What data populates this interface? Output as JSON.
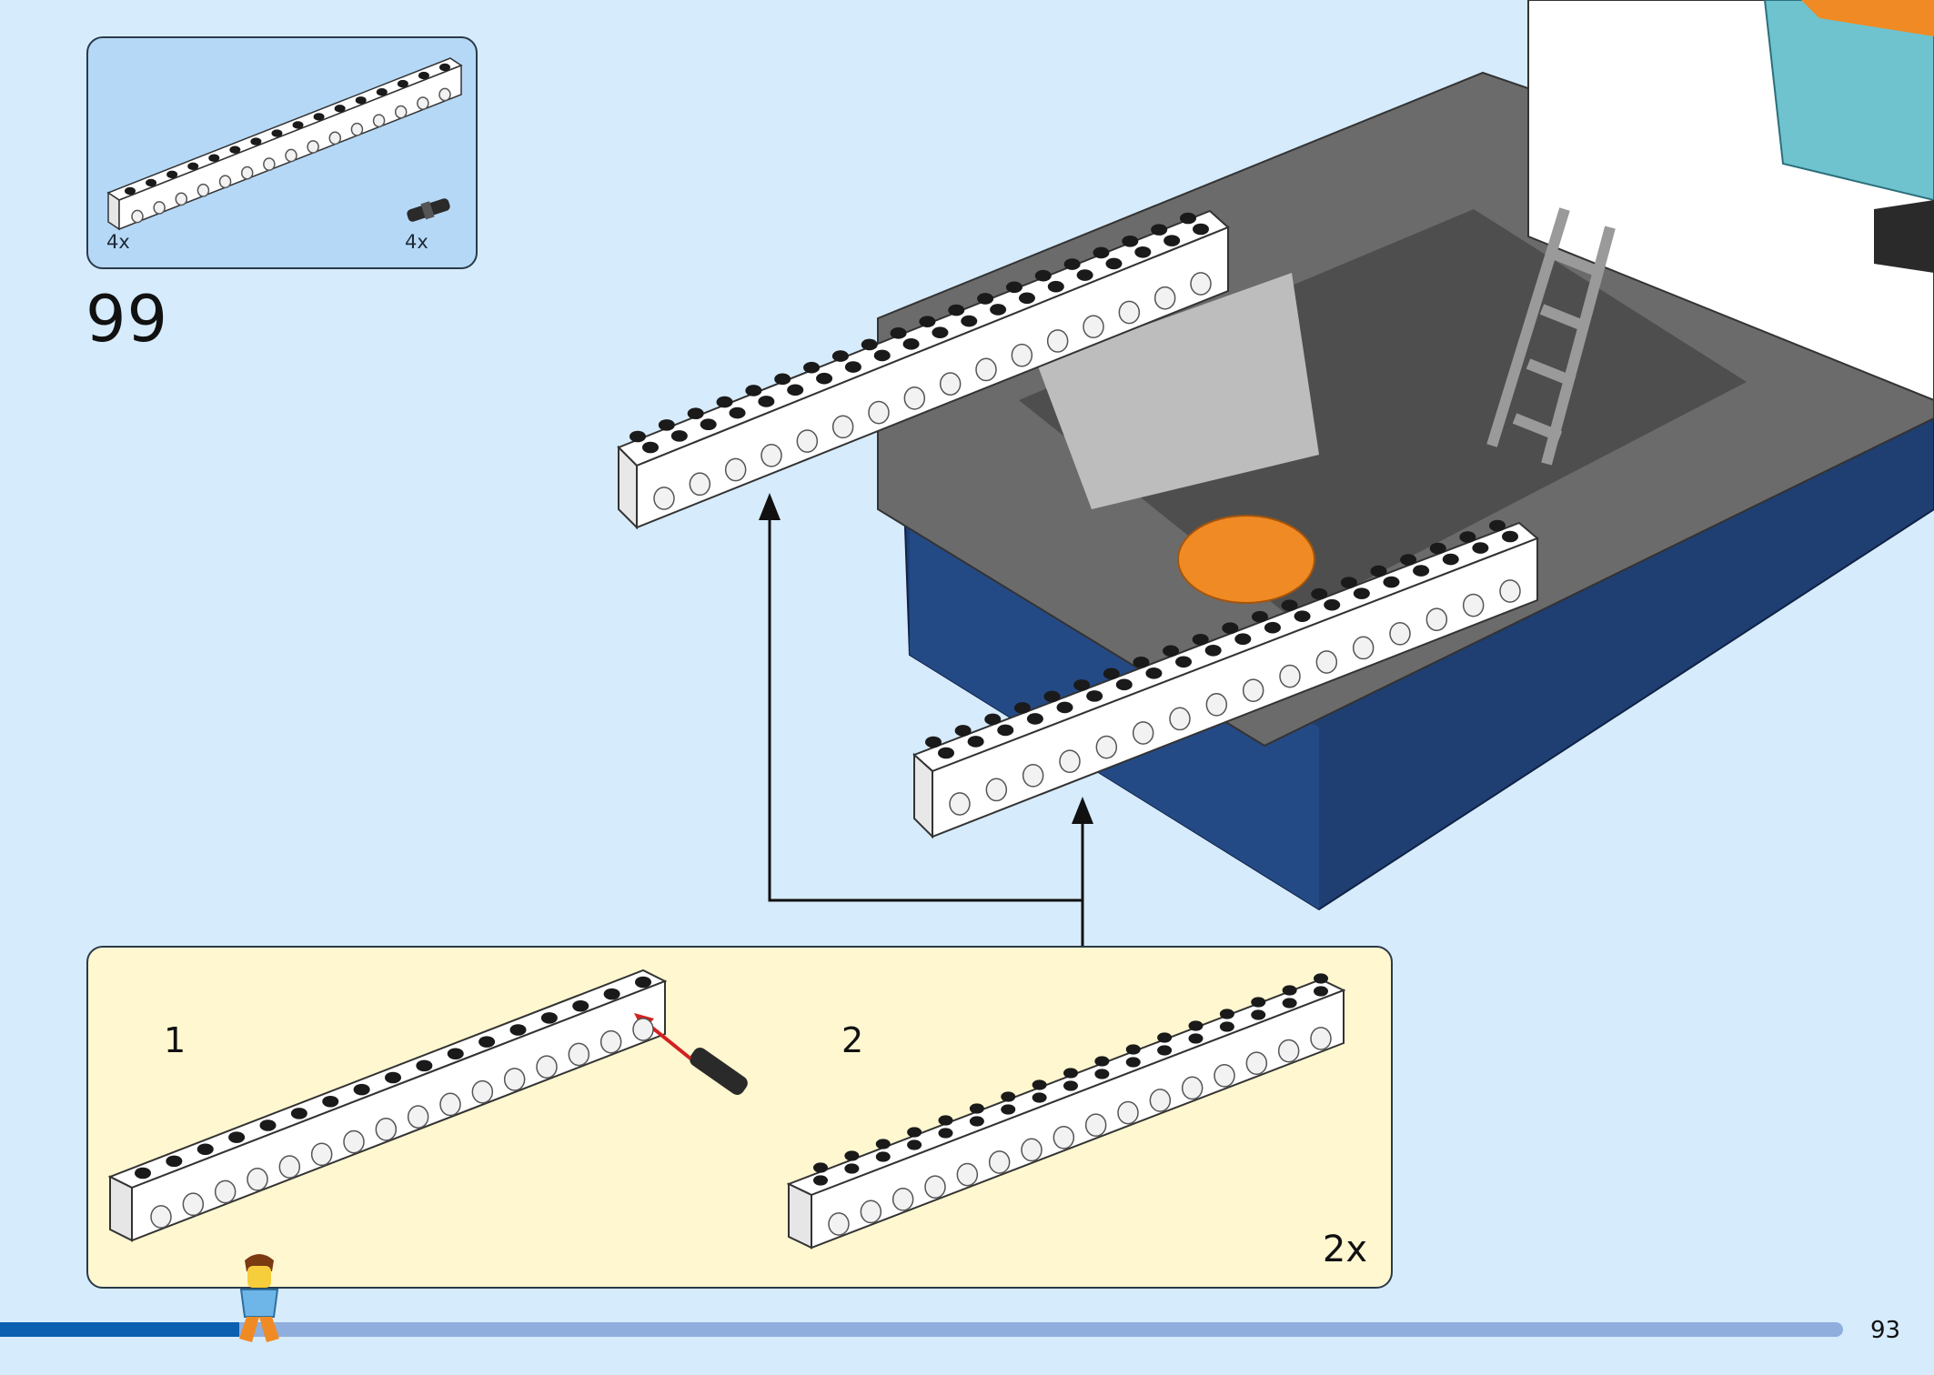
{
  "step": {
    "number": "99"
  },
  "parts_callout": {
    "items": [
      {
        "name": "white-technic-beam",
        "qty": "4x"
      },
      {
        "name": "black-technic-pin",
        "qty": "4x"
      }
    ]
  },
  "sub_assembly": {
    "substeps": [
      {
        "label": "1"
      },
      {
        "label": "2"
      }
    ],
    "multiplier": "2x"
  },
  "progress": {
    "fraction": 0.13
  },
  "page": {
    "number": "93"
  },
  "colors": {
    "background": "#d6ebfb",
    "parts_callout_bg": "#b5d8f6",
    "sub_callout_bg": "#fff7d0",
    "hull_blue": "#1f3f73",
    "deck_gray": "#6b6b6b",
    "accent_orange": "#f08a24",
    "progress_fill": "#0a5fb0",
    "progress_track": "#8faede",
    "pin_arrow": "#d42020"
  },
  "icons": [
    "technic-beam-icon",
    "technic-pin-icon",
    "minifigure-icon",
    "assembly-arrow-icon"
  ]
}
